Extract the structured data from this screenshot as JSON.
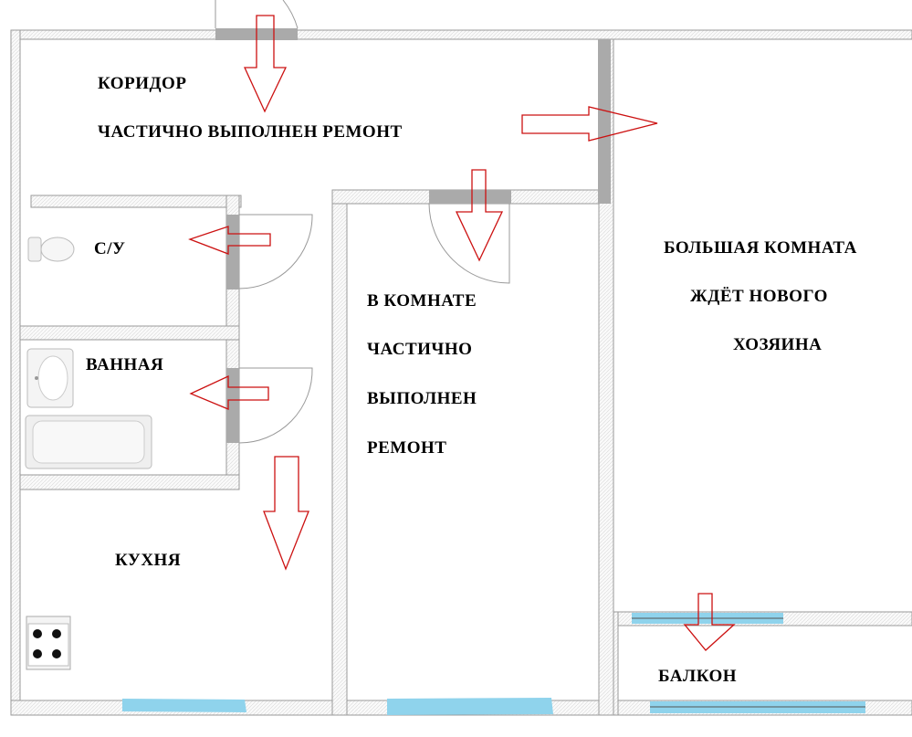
{
  "rooms": {
    "corridor": {
      "name": "КОРИДОР",
      "note": "ЧАСТИЧНО  ВЫПОЛНЕН  РЕМОНТ"
    },
    "wc": {
      "name": "С/У"
    },
    "bathroom": {
      "name": "ВАННАЯ"
    },
    "kitchen": {
      "name": "КУХНЯ"
    },
    "room": {
      "line1": "В КОМНАТЕ",
      "line2": "ЧАСТИЧНО",
      "line3": "ВЫПОЛНЕН",
      "line4": "РЕМОНТ"
    },
    "big_room": {
      "line1": "БОЛЬШАЯ КОМНАТА",
      "line2": "ЖДЁТ  НОВОГО",
      "line3": "ХОЗЯИНА"
    },
    "balcony": {
      "name": "БАЛКОН"
    }
  },
  "colors": {
    "wall": "#9a9a9a",
    "wall_fill": "#f4f4f4",
    "door_gray": "#aaaaaa",
    "arrow": "#cc1111",
    "window": "#8fd3ec"
  },
  "icons": [
    "toilet-icon",
    "sink-icon",
    "bathtub-icon",
    "stove-icon"
  ]
}
